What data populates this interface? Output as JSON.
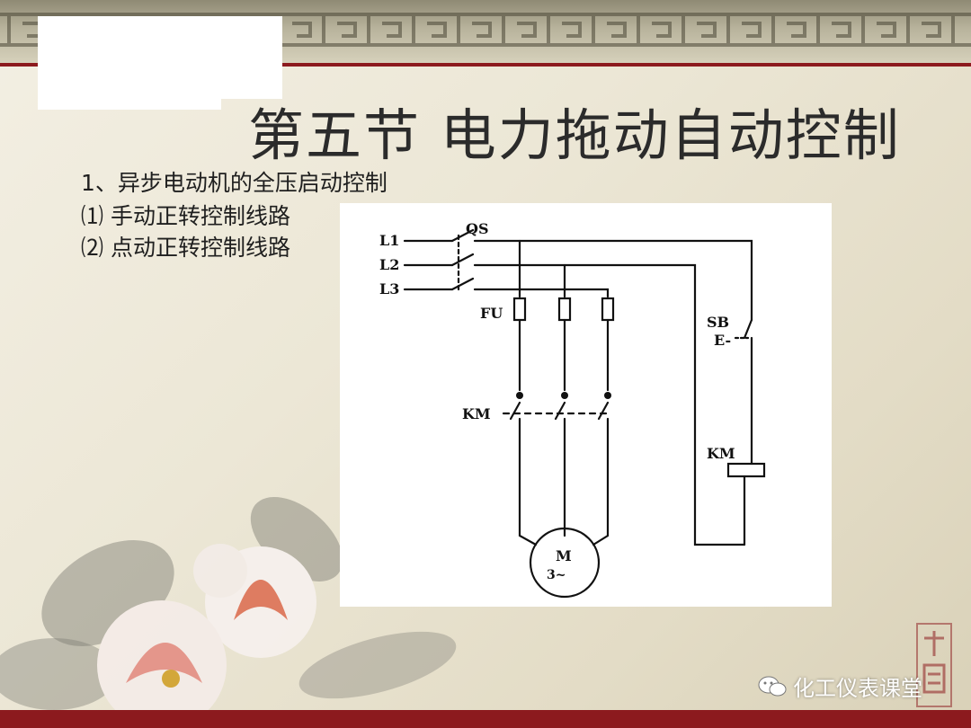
{
  "slide": {
    "title": "第五节  电力拖动自动控制",
    "line1": "1、异步电动机的全压启动控制",
    "line2": "⑴ 手动正转控制线路",
    "line3": "⑵ 点动正转控制线路"
  },
  "diagram": {
    "labels": {
      "L1": "L1",
      "L2": "L2",
      "L3": "L3",
      "QS": "QS",
      "FU": "FU",
      "KM_contacts": "KM",
      "SB": "SB",
      "E": "E-",
      "KM_coil": "KM",
      "M": "M",
      "M_sub": "3~"
    }
  },
  "watermark": {
    "text": "化工仪表课堂",
    "icon": "wechat-icon"
  },
  "colors": {
    "accent_red": "#8c1a1e",
    "text_dark": "#2b2b2b"
  }
}
